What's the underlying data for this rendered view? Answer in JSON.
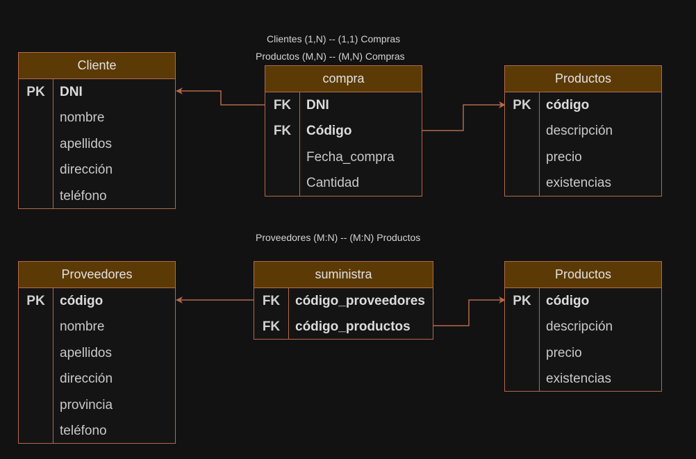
{
  "notes": {
    "compras_1": "Clientes (1,N) -- (1,1) Compras",
    "compras_2": "Productos (M,N) -- (M,N) Compras",
    "suministra": "Proveedores (M:N) -- (M:N) Productos"
  },
  "colors": {
    "background": "#121212",
    "header_fill": "#5c3a06",
    "border": "#b5694d",
    "text": "#c9c9c9"
  },
  "entities": {
    "cliente": {
      "title": "Cliente",
      "rows": [
        {
          "key": "PK",
          "field": "DNI"
        },
        {
          "key": "",
          "field": "nombre"
        },
        {
          "key": "",
          "field": "apellidos"
        },
        {
          "key": "",
          "field": "dirección"
        },
        {
          "key": "",
          "field": "teléfono"
        }
      ]
    },
    "compra": {
      "title": "compra",
      "rows": [
        {
          "key": "FK",
          "field": "DNI"
        },
        {
          "key": "FK",
          "field": "Código"
        },
        {
          "key": "",
          "field": "Fecha_compra"
        },
        {
          "key": "",
          "field": "Cantidad"
        }
      ]
    },
    "productos_top": {
      "title": "Productos",
      "rows": [
        {
          "key": "PK",
          "field": "código"
        },
        {
          "key": "",
          "field": "descripción"
        },
        {
          "key": "",
          "field": "precio"
        },
        {
          "key": "",
          "field": "existencias"
        }
      ]
    },
    "proveedores": {
      "title": "Proveedores",
      "rows": [
        {
          "key": "PK",
          "field": "código"
        },
        {
          "key": "",
          "field": "nombre"
        },
        {
          "key": "",
          "field": "apellidos"
        },
        {
          "key": "",
          "field": "dirección"
        },
        {
          "key": "",
          "field": "provincia"
        },
        {
          "key": "",
          "field": "teléfono"
        }
      ]
    },
    "suministra": {
      "title": "suministra",
      "rows": [
        {
          "key": "FK",
          "field": "código_proveedores"
        },
        {
          "key": "FK",
          "field": "código_productos"
        }
      ]
    },
    "productos_bottom": {
      "title": "Productos",
      "rows": [
        {
          "key": "PK",
          "field": "código"
        },
        {
          "key": "",
          "field": "descripción"
        },
        {
          "key": "",
          "field": "precio"
        },
        {
          "key": "",
          "field": "existencias"
        }
      ]
    }
  }
}
